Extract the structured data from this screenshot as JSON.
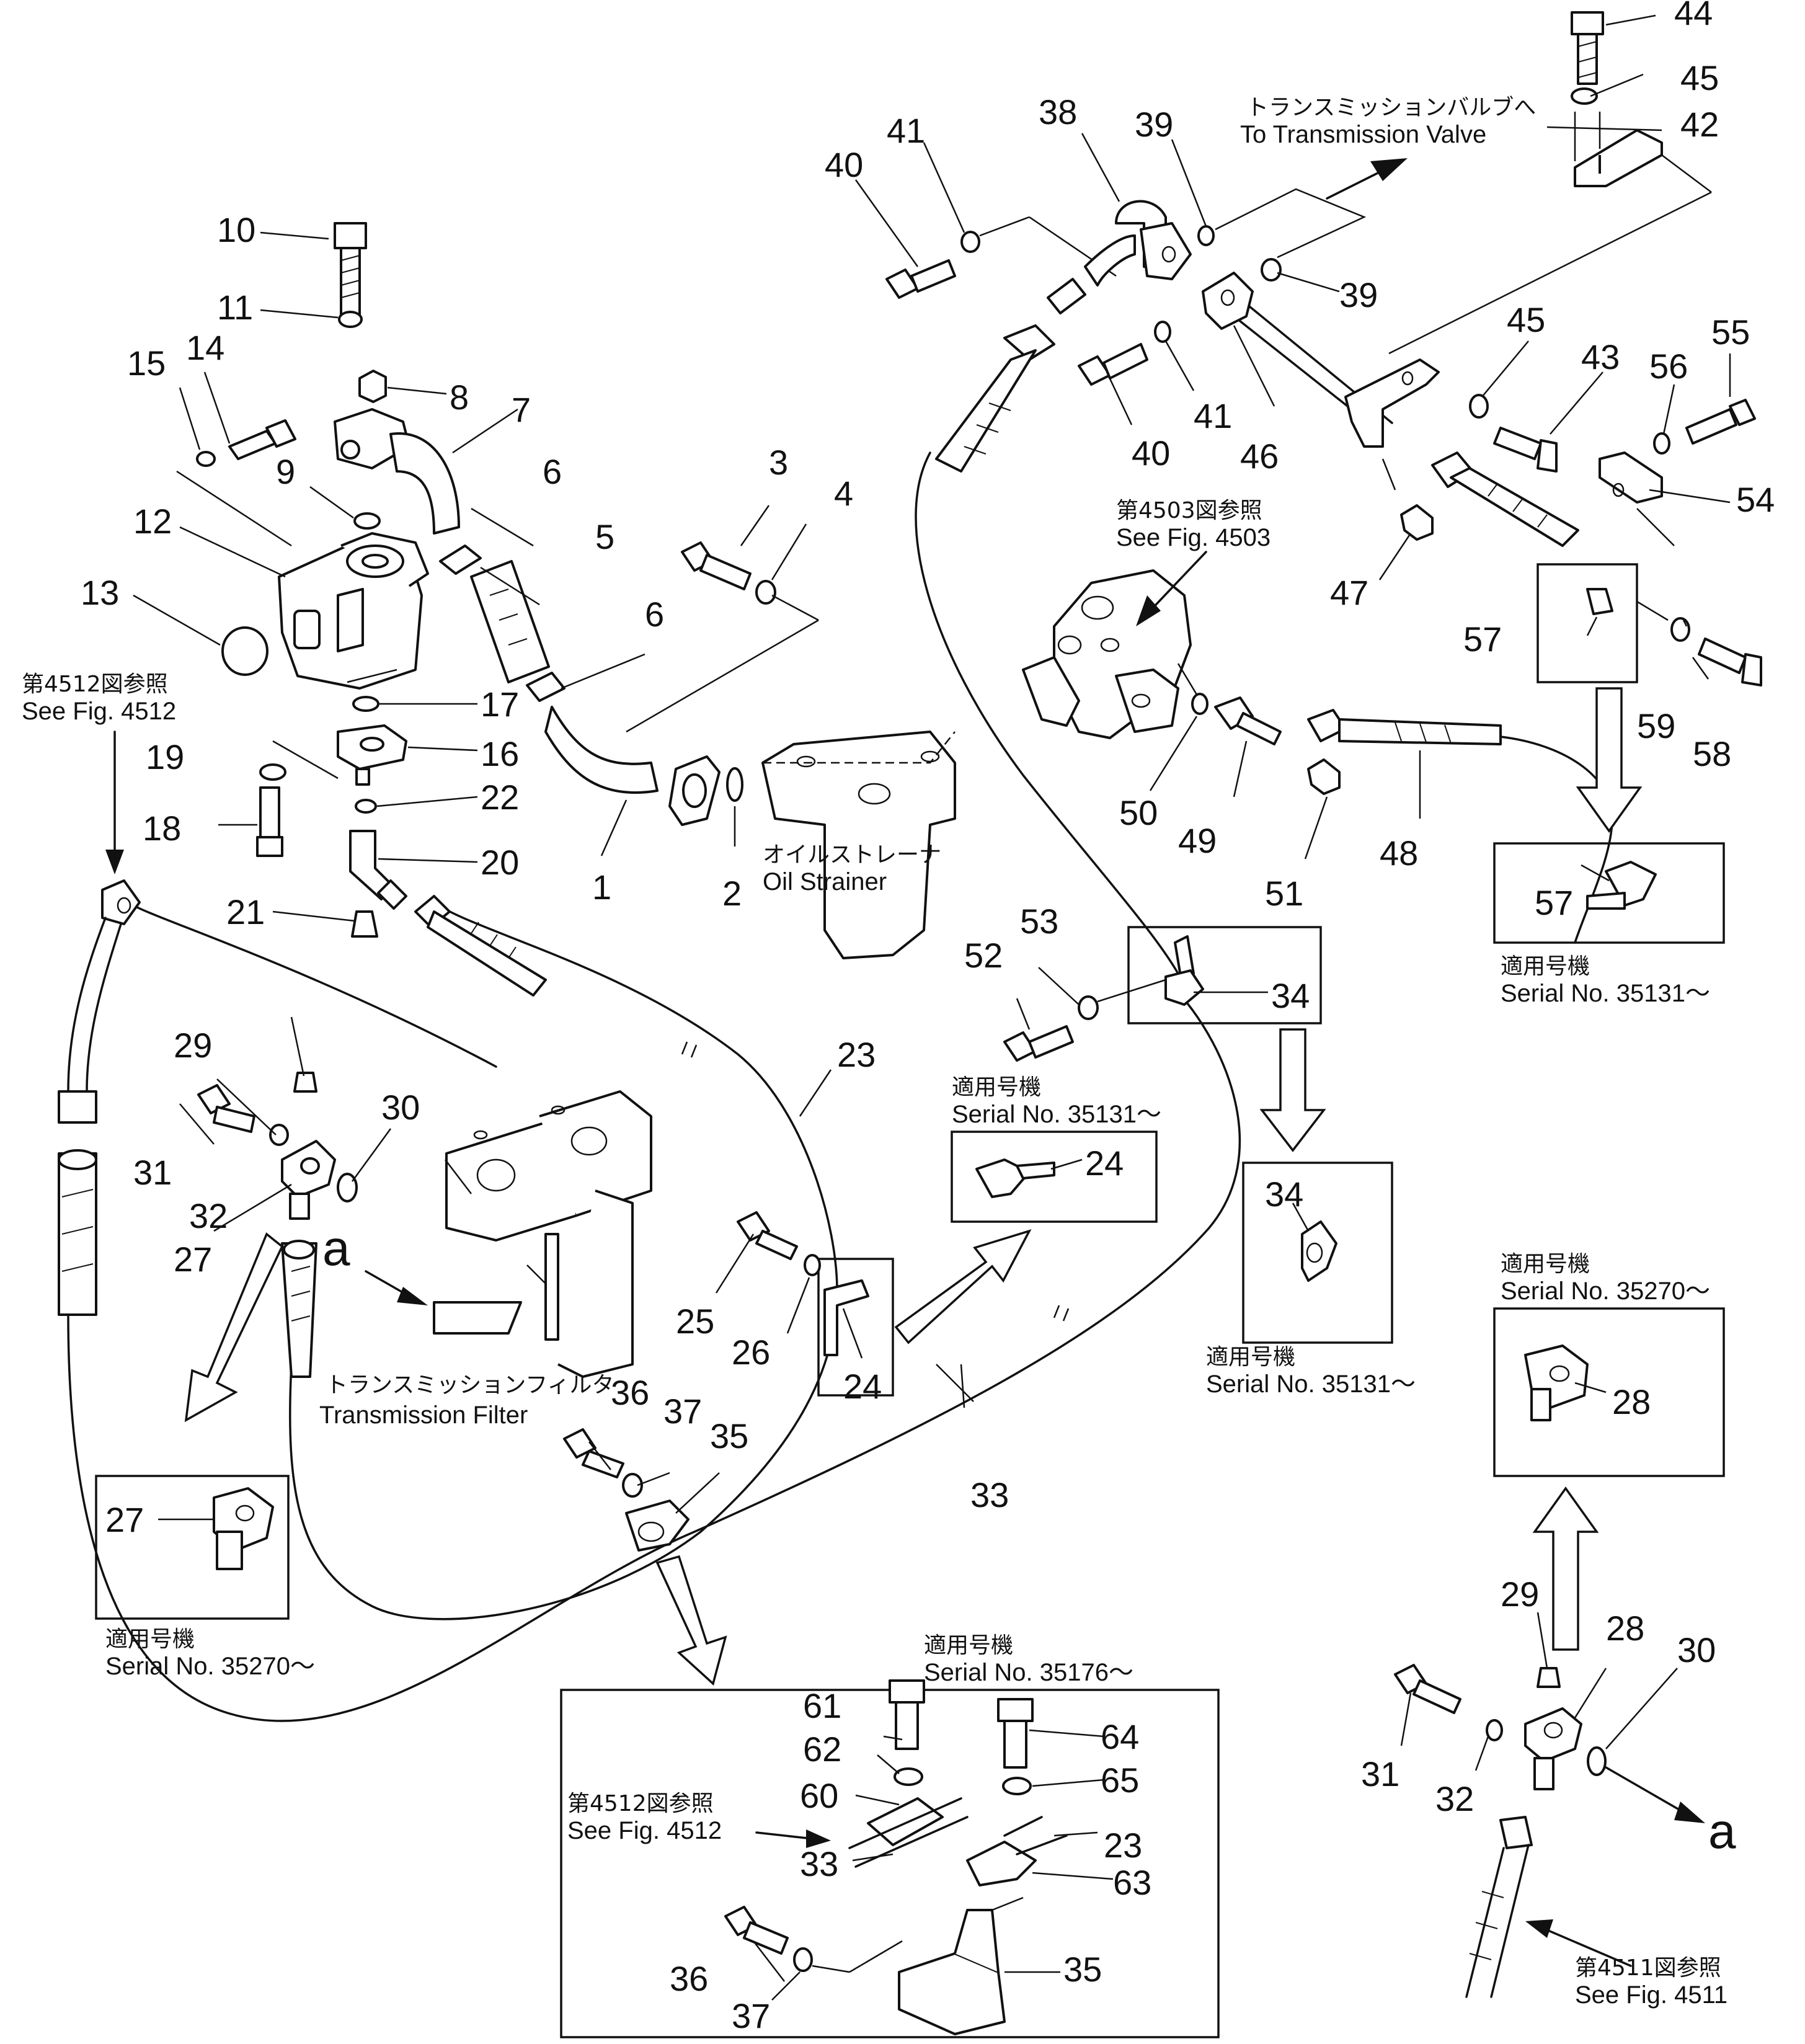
{
  "labels": {
    "n1": "1",
    "n2": "2",
    "n3": "3",
    "n4": "4",
    "n5": "5",
    "n6a": "6",
    "n6b": "6",
    "n7": "7",
    "n8": "8",
    "n9": "9",
    "n10": "10",
    "n11": "11",
    "n12": "12",
    "n13": "13",
    "n14": "14",
    "n15": "15",
    "n16": "16",
    "n17": "17",
    "n18": "18",
    "n19": "19",
    "n20": "20",
    "n21": "21",
    "n22": "22",
    "n23a": "23",
    "n23b": "23",
    "n24a": "24",
    "n24b": "24",
    "n25": "25",
    "n26": "26",
    "n27a": "27",
    "n27b": "27",
    "n28a": "28",
    "n28b": "28",
    "n29a": "29",
    "n29b": "29",
    "n30a": "30",
    "n30b": "30",
    "n31a": "31",
    "n31b": "31",
    "n32a": "32",
    "n32b": "32",
    "n33a": "33",
    "n33b": "33",
    "n34a": "34",
    "n34b": "34",
    "n35a": "35",
    "n35b": "35",
    "n36a": "36",
    "n36b": "36",
    "n37a": "37",
    "n37b": "37",
    "n38": "38",
    "n39a": "39",
    "n39b": "39",
    "n40a": "40",
    "n40b": "40",
    "n41a": "41",
    "n41b": "41",
    "n42": "42",
    "n43": "43",
    "n44": "44",
    "n45a": "45",
    "n45b": "45",
    "n46": "46",
    "n47": "47",
    "n48": "48",
    "n49": "49",
    "n50": "50",
    "n51": "51",
    "n52": "52",
    "n53": "53",
    "n54": "54",
    "n55": "55",
    "n56": "56",
    "n57a": "57",
    "n57b": "57",
    "n58": "58",
    "n59": "59",
    "n60": "60",
    "n61": "61",
    "n62": "62",
    "n63": "63",
    "n64": "64",
    "n65": "65",
    "a1": "a",
    "a2": "a"
  },
  "notes": {
    "trans_valve_jp": "トランスミッションバルブへ",
    "trans_valve_en": "To  Transmission  Valve",
    "oil_strainer_jp": "オイルストレーナ",
    "oil_strainer_en": "Oil  Strainer",
    "trans_filter_jp": "トランスミッションフィルタ",
    "trans_filter_en": "Transmission  Filter",
    "fig4503_jp": "第4503図参照",
    "fig4503_en": "See  Fig.  4503",
    "fig4512a_jp": "第4512図参照",
    "fig4512a_en": "See  Fig.  4512",
    "fig4512b_jp": "第4512図参照",
    "fig4512b_en": "See  Fig.  4512",
    "fig4511_jp": "第4511図参照",
    "fig4511_en": "See  Fig.  4511",
    "serial_jp": "適用号機",
    "serial_35131_a": "Serial  No.  35131～",
    "serial_35131_b": "Serial  No.  35131～",
    "serial_35131_c": "Serial  No.  35131～",
    "serial_35270_a": "Serial  No.  35270～",
    "serial_35270_b": "Serial  No.  35270～",
    "serial_35176": "Serial  No.  35176～"
  }
}
